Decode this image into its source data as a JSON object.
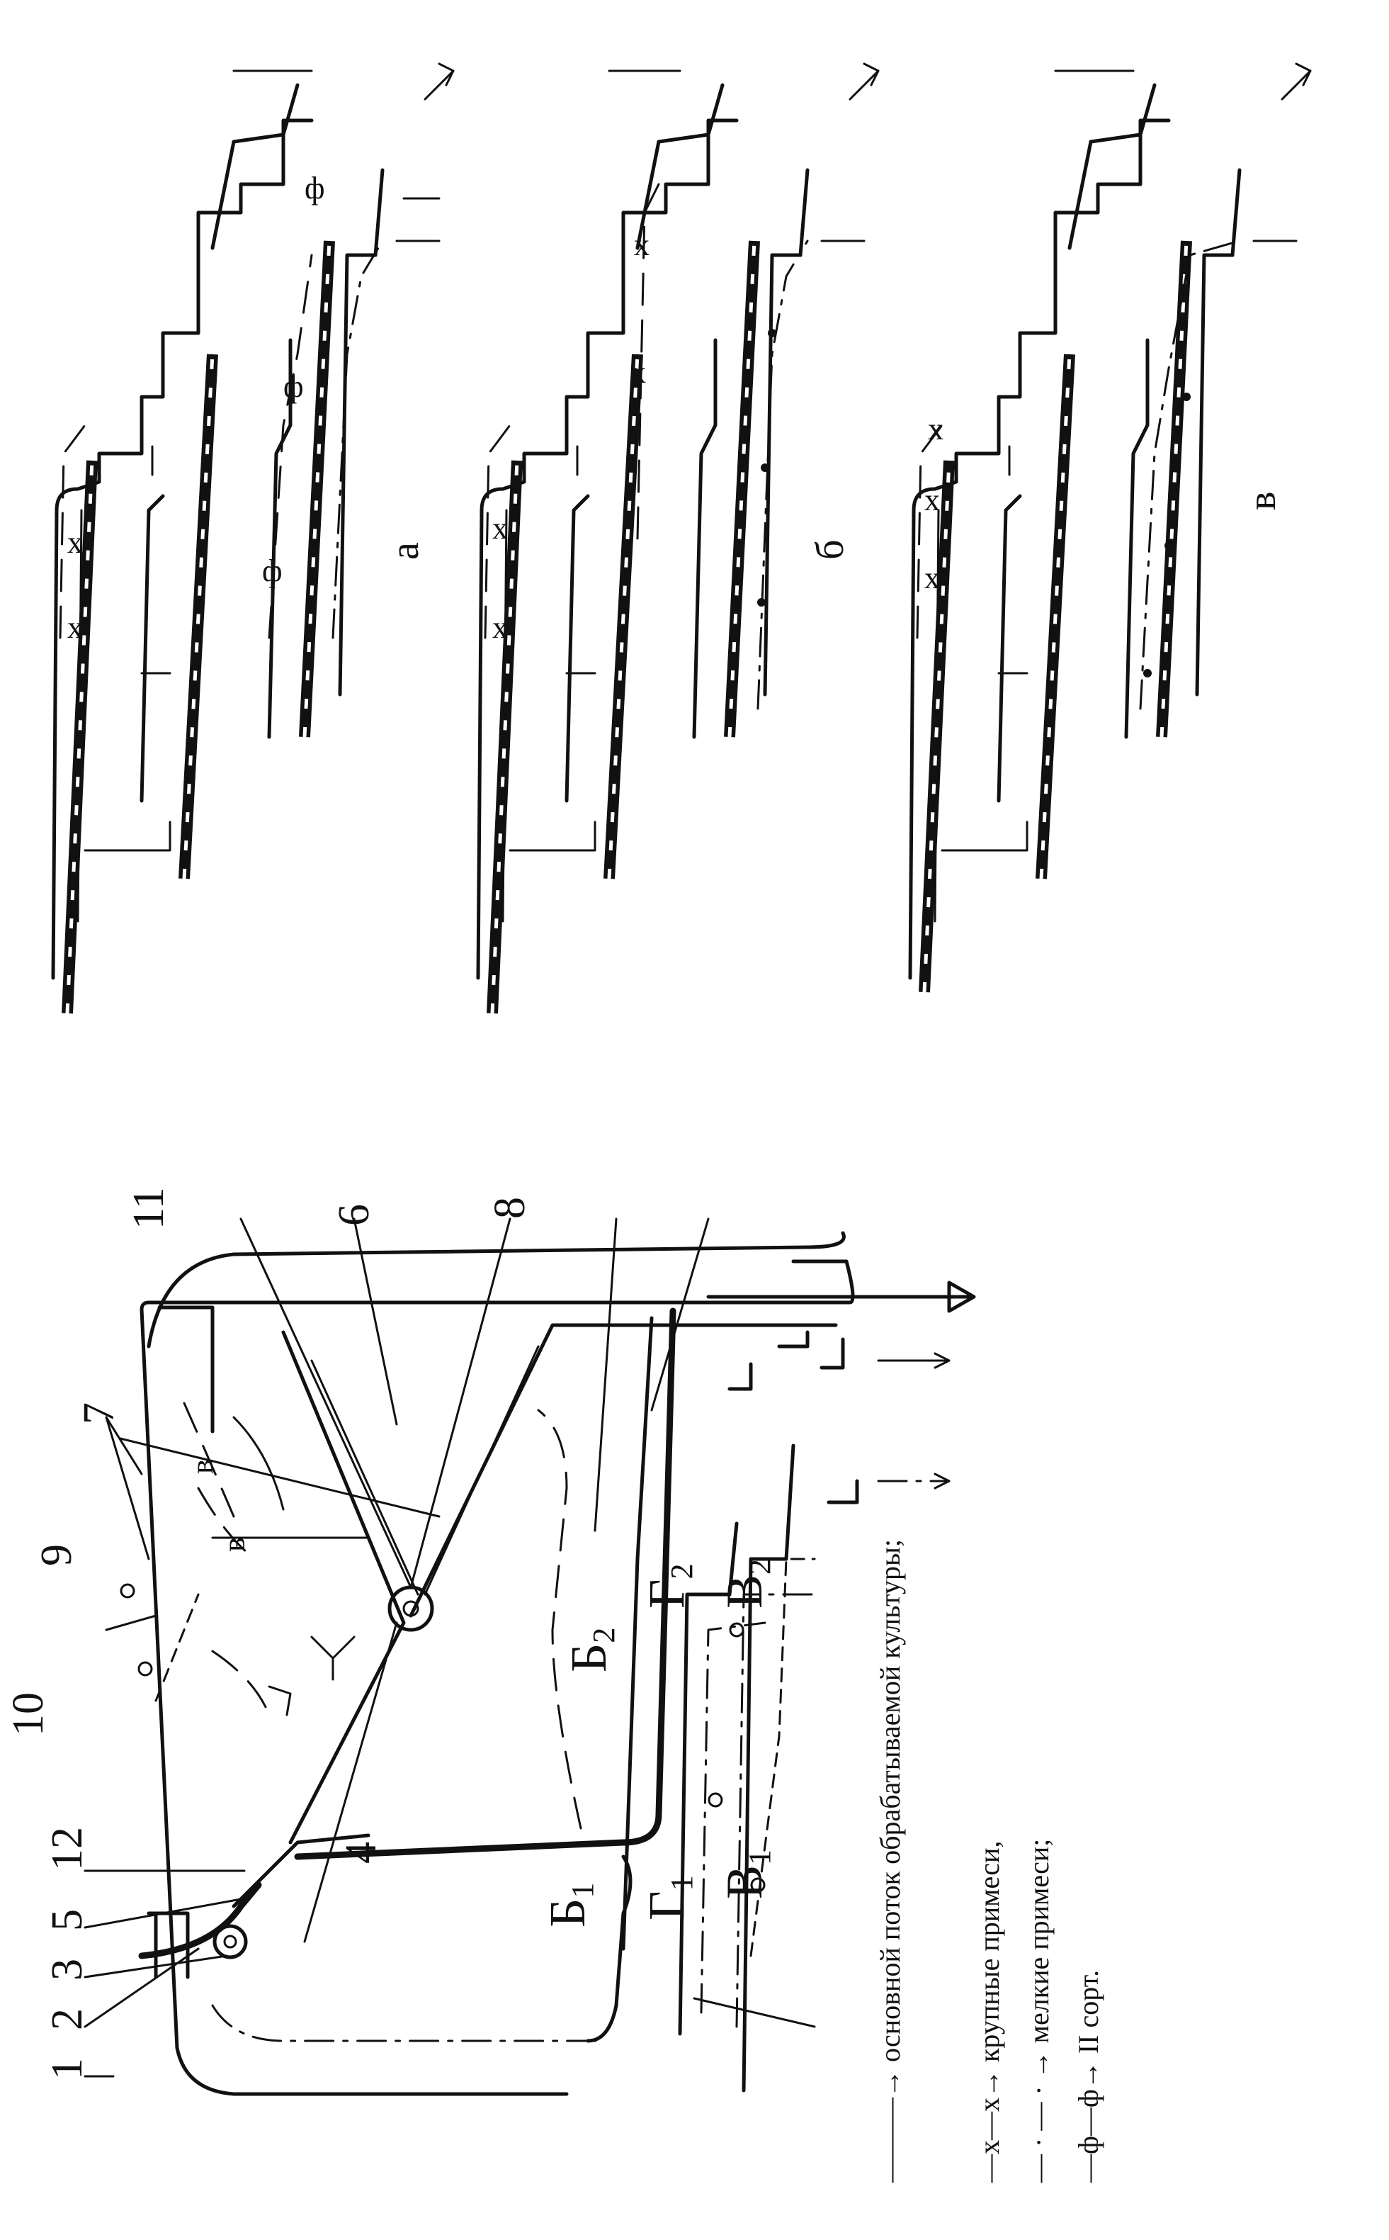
{
  "figure": {
    "callouts": [
      "1",
      "2",
      "3",
      "4",
      "5",
      "6",
      "7",
      "8",
      "9",
      "10",
      "11",
      "12"
    ],
    "zones": {
      "b1": {
        "letter": "Б",
        "sub": "1"
      },
      "b2": {
        "letter": "Б",
        "sub": "2"
      },
      "g1": {
        "letter": "Г",
        "sub": "1"
      },
      "g2": {
        "letter": "Г",
        "sub": "2"
      },
      "v1": {
        "letter": "В",
        "sub": "1"
      },
      "v2": {
        "letter": "В",
        "sub": "2"
      }
    },
    "flow_letter": "в",
    "legend": [
      {
        "marker": "———→",
        "text": "основной поток обрабатываемой культуры;"
      },
      {
        "marker": "—х—х→",
        "text": "крупные примеси,"
      },
      {
        "marker": "— · — · →",
        "text": "мелкие примеси;"
      },
      {
        "marker": "—ф—ф→",
        "text": "II сорт."
      }
    ],
    "panels": [
      {
        "label": "а"
      },
      {
        "label": "б"
      },
      {
        "label": "в"
      }
    ],
    "marks": {
      "cross": "х",
      "circle": "ф"
    }
  }
}
